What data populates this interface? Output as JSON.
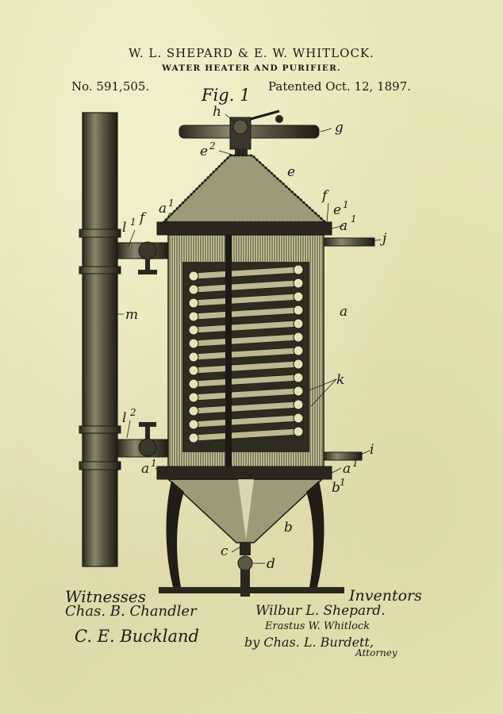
{
  "header": {
    "inventors": "W. L. SHEPARD & E. W. WHITLOCK.",
    "title": "WATER HEATER AND PURIFIER.",
    "patent_number": "No. 591,505.",
    "patent_date": "Patented Oct. 12, 1897."
  },
  "figure": {
    "label": "Fig. 1",
    "parts": {
      "h": "h",
      "g": "g",
      "e2": "e",
      "e2_sup": "2",
      "e": "e",
      "a1_left_top": "a",
      "a1_left_top_sup": "1",
      "f_left": "f",
      "f_right": "f",
      "e1": "e",
      "e1_sup": "1",
      "a1_right_top": "a",
      "a1_right_top_sup": "1",
      "j": "j",
      "l1": "l",
      "l1_sup": "1",
      "m": "m",
      "a": "a",
      "k": "k",
      "l2": "l",
      "l2_sup": "2",
      "i": "i",
      "a1_left_bottom": "a",
      "a1_left_bottom_sup": "1",
      "a1_right_bottom": "a",
      "a1_right_bottom_sup": "1",
      "b1": "b",
      "b1_sup": "1",
      "b": "b",
      "c": "c",
      "d": "d"
    }
  },
  "signatures": {
    "witnesses_label": "Witnesses",
    "witness1": "Chas. B. Chandler",
    "witness2": "C. E. Buckland",
    "inventors_label": "Inventors",
    "inventor1": "Wilbur L. Shepard.",
    "inventor2": "Erastus W. Whitlock",
    "by_attorney": "by Chas. L. Burdett,",
    "attorney_label": "Attorney"
  }
}
